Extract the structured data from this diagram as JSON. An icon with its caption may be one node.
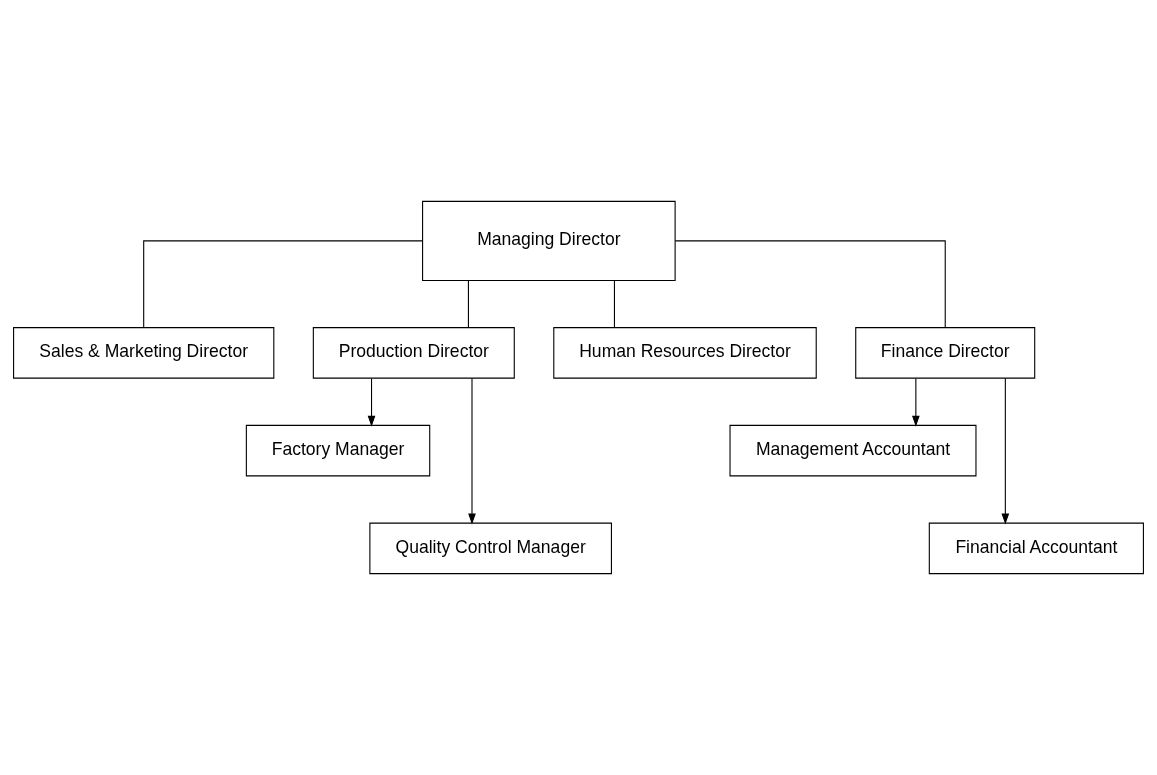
{
  "diagram": {
    "nodes": [
      {
        "text": [
          "Managing Director"
        ]
      },
      {
        "text": [
          "Sales & Marketing Director"
        ]
      },
      {
        "text": [
          "Production Director"
        ]
      },
      {
        "text": [
          "Human Resources Director"
        ]
      },
      {
        "text": [
          "Finance Director"
        ]
      },
      {
        "text": [
          "Factory Manager"
        ]
      },
      {
        "text": [
          "Quality Control Manager"
        ]
      },
      {
        "text": [
          "Management Accountant"
        ]
      },
      {
        "text": [
          "Financial Accountant"
        ]
      }
    ],
    "edges": [
      {
        "from": 0,
        "to": 1,
        "arrow": "none"
      },
      {
        "from": 0,
        "to": 2,
        "arrow": "none"
      },
      {
        "from": 0,
        "to": 3,
        "arrow": "none"
      },
      {
        "from": 0,
        "to": 4,
        "arrow": "none"
      },
      {
        "from": 2,
        "to": 5,
        "arrow": "to"
      },
      {
        "from": 2,
        "to": 6,
        "arrow": "to"
      },
      {
        "from": 4,
        "to": 7,
        "arrow": "to"
      },
      {
        "from": 4,
        "to": 8,
        "arrow": "to"
      }
    ]
  }
}
